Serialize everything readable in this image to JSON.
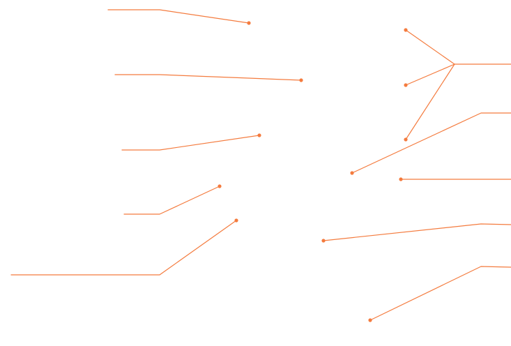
{
  "diagram": {
    "type": "leader-line callouts",
    "line_color": "#F47B3E",
    "callouts": [
      {
        "name": "callout-left-1",
        "side": "left",
        "label": ""
      },
      {
        "name": "callout-left-2",
        "side": "left",
        "label": ""
      },
      {
        "name": "callout-left-3",
        "side": "left",
        "label": ""
      },
      {
        "name": "callout-left-4",
        "side": "left",
        "label": ""
      },
      {
        "name": "callout-left-5",
        "side": "left",
        "label": ""
      },
      {
        "name": "callout-right-1",
        "side": "right",
        "label": ""
      },
      {
        "name": "callout-right-2",
        "side": "right",
        "label": ""
      },
      {
        "name": "callout-right-3",
        "side": "right",
        "label": ""
      },
      {
        "name": "callout-right-4",
        "side": "right",
        "label": ""
      },
      {
        "name": "callout-right-5",
        "side": "right",
        "label": ""
      }
    ]
  }
}
